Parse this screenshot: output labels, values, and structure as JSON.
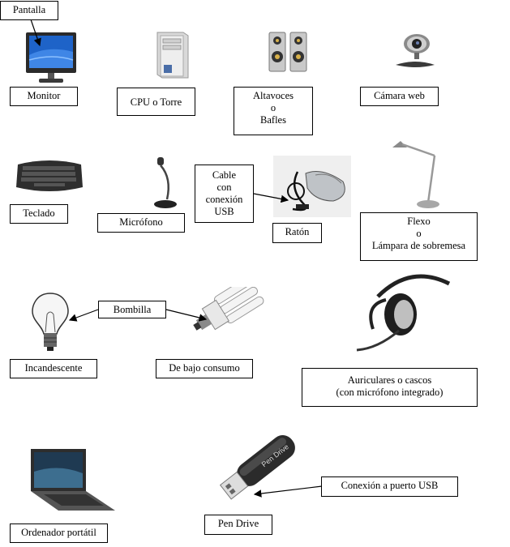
{
  "labels": {
    "pantalla": "Pantalla",
    "monitor": "Monitor",
    "cpu": "CPU o Torre",
    "altavoces": [
      "Altavoces",
      "o",
      "Bafles"
    ],
    "camara": "Cámara web",
    "teclado": "Teclado",
    "microfono": "Micrófono",
    "cable": [
      "Cable",
      "con",
      "conexión",
      "USB"
    ],
    "raton": "Ratón",
    "flexo": [
      "Flexo",
      "o",
      "Lámpara de sobremesa"
    ],
    "bombilla": "Bombilla",
    "incandescente": "Incandescente",
    "bajo_consumo": "De bajo consumo",
    "auriculares": [
      "Auriculares o cascos",
      "(con micrófono integrado)"
    ],
    "ordenador": "Ordenador portátil",
    "conexion_usb": "Conexión a puerto USB",
    "pen_drive": "Pen Drive",
    "pen_brand": "Pen Drive"
  },
  "colors": {
    "screen_blue": "#1e63c8",
    "monitor_frame": "#2a2a2a",
    "speaker_silver": "#c9c9c9"
  }
}
